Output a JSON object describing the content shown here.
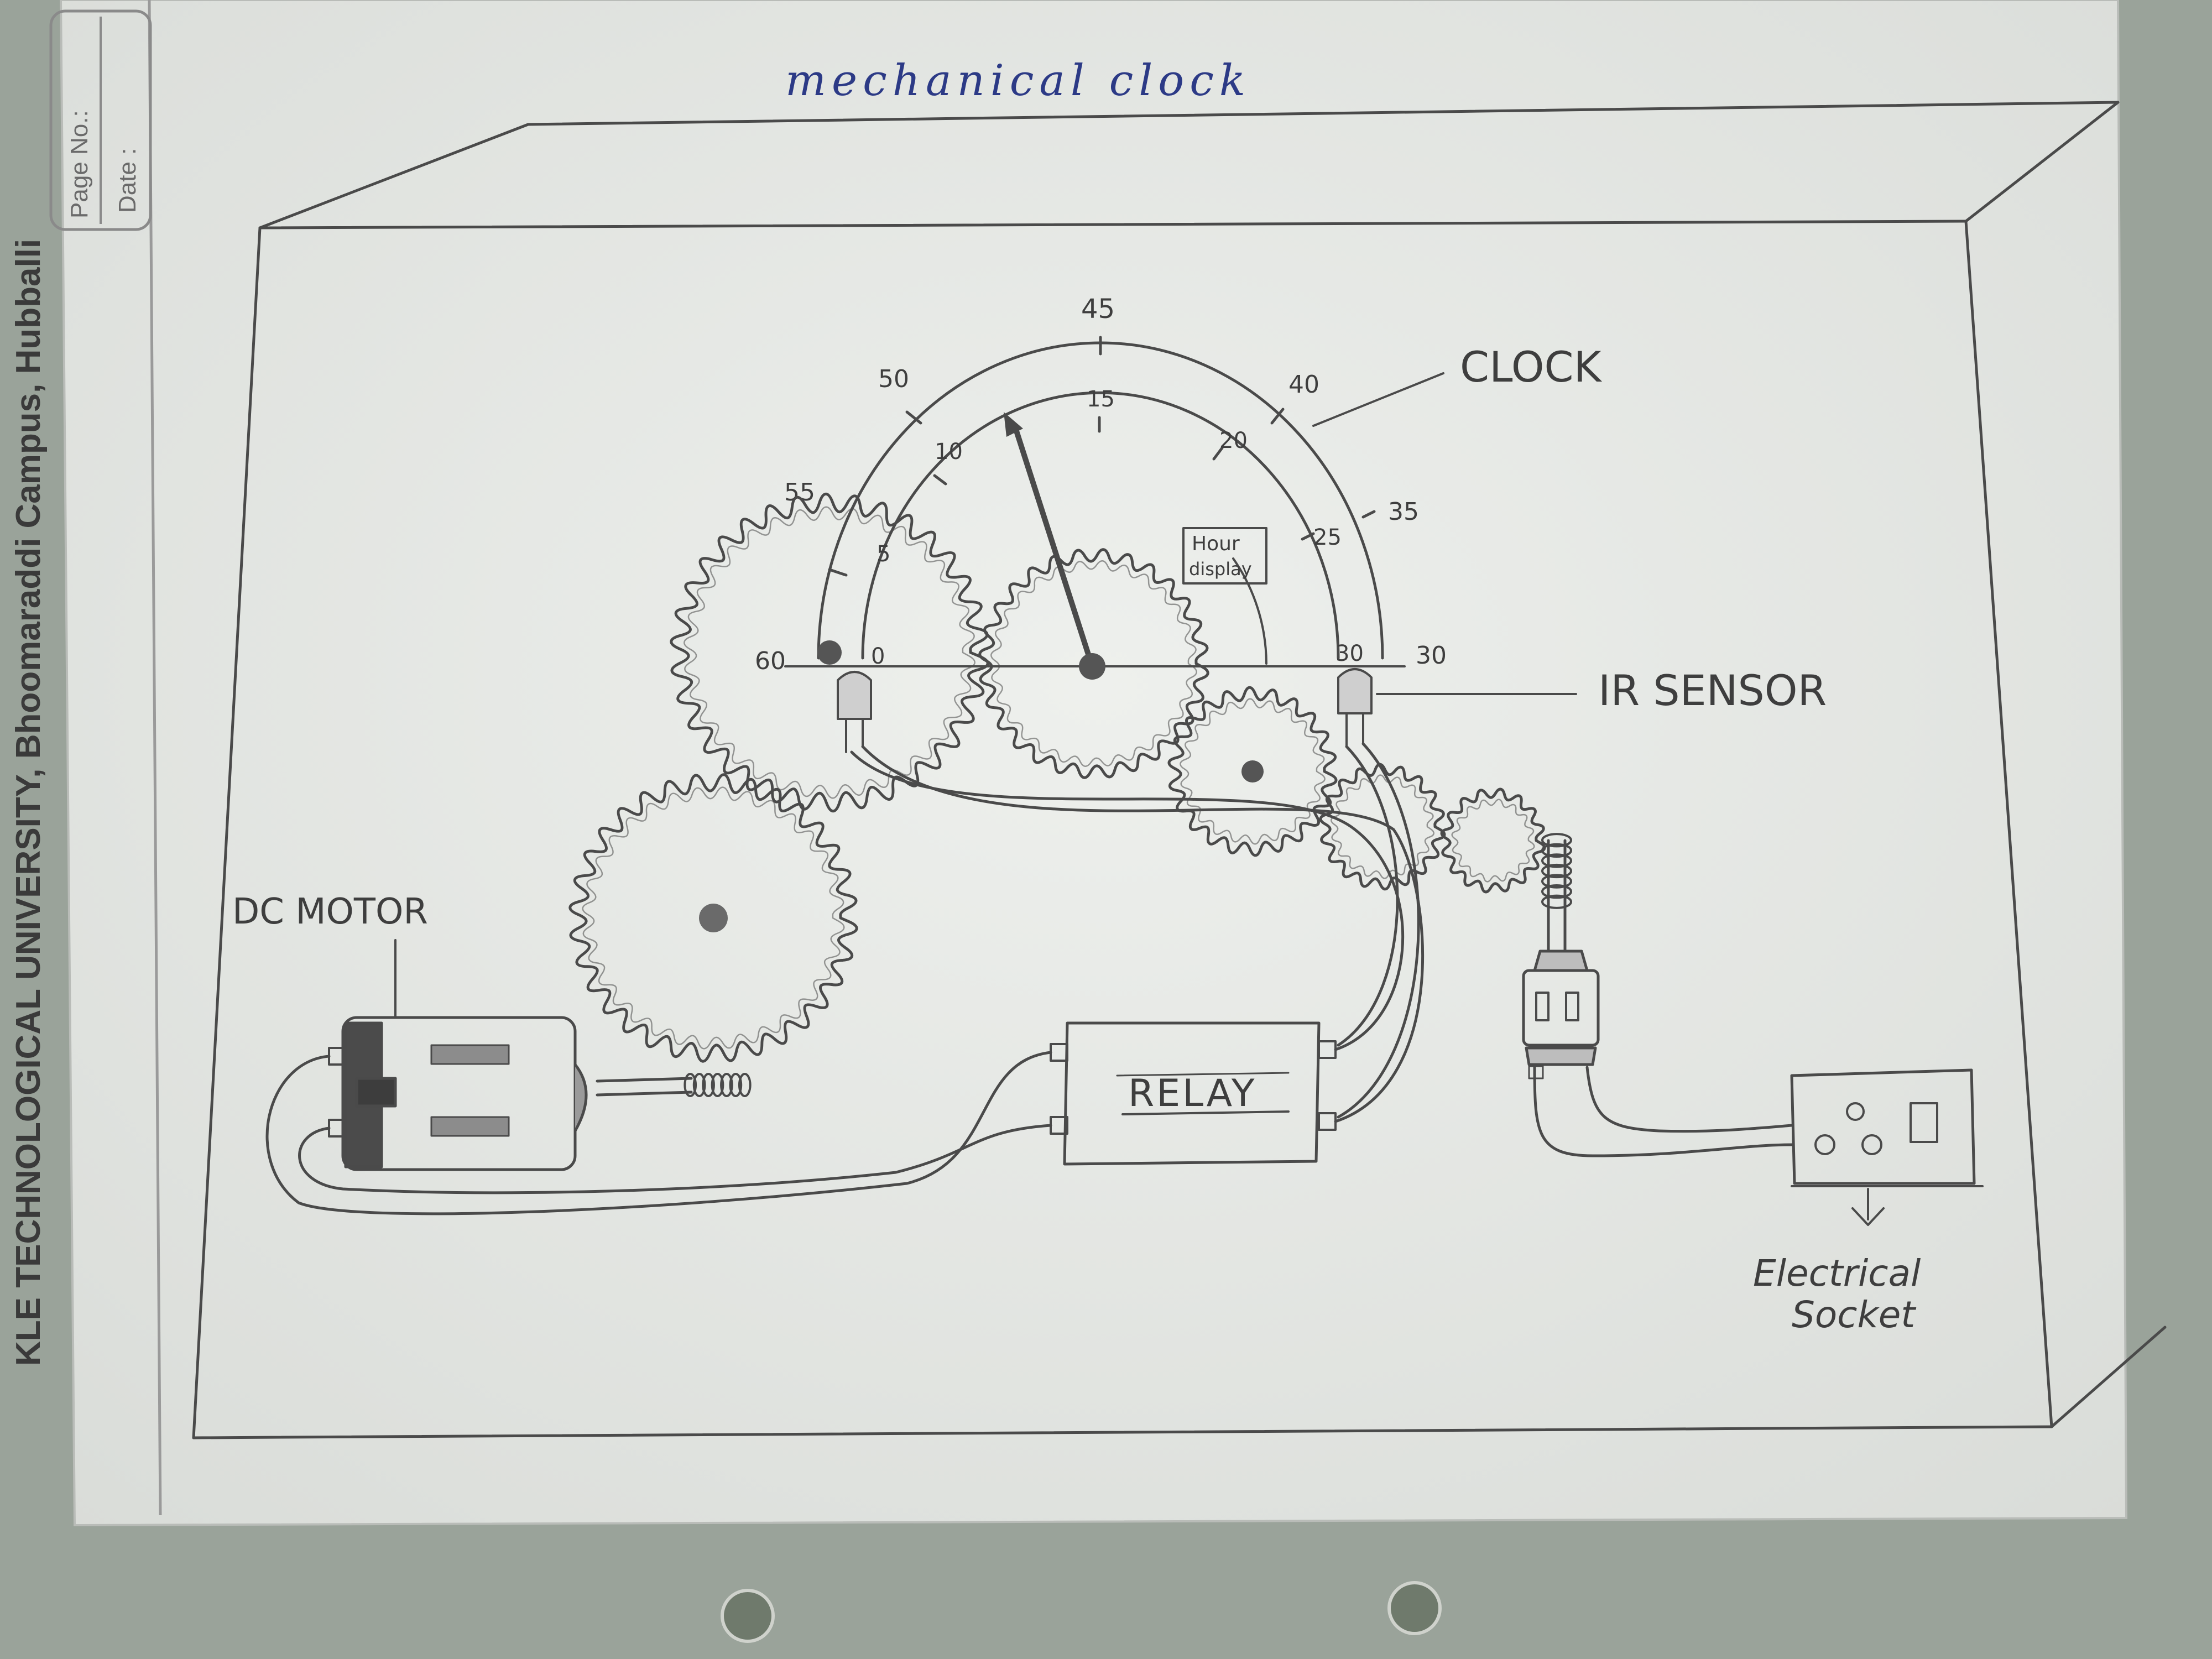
{
  "sheet": {
    "university": "KLE TECHNOLOGICAL UNIVERSITY, Bhoomaraddi Campus, Hubballi",
    "page_no_label": "Page No.:",
    "date_label": "Date :"
  },
  "diagram": {
    "title": "mechanical clock",
    "labels": {
      "clock": "CLOCK",
      "ir_sensor": "IR SENSOR",
      "dc_motor": "DC MOTOR",
      "relay": "RELAY",
      "socket_line1": "Electrical",
      "socket_line2": "Socket",
      "hour_display_line1": "Hour",
      "hour_display_line2": "display"
    },
    "outer_dial_ticks": [
      "60",
      "55",
      "50",
      "45",
      "40",
      "35",
      "30"
    ],
    "inner_dial_ticks": [
      "0",
      "5",
      "10",
      "15",
      "20",
      "25",
      "30"
    ],
    "colors": {
      "paper": "#e9ebe8",
      "pencil": "#4a4a4a",
      "title_ink": "#2c3a86"
    }
  }
}
